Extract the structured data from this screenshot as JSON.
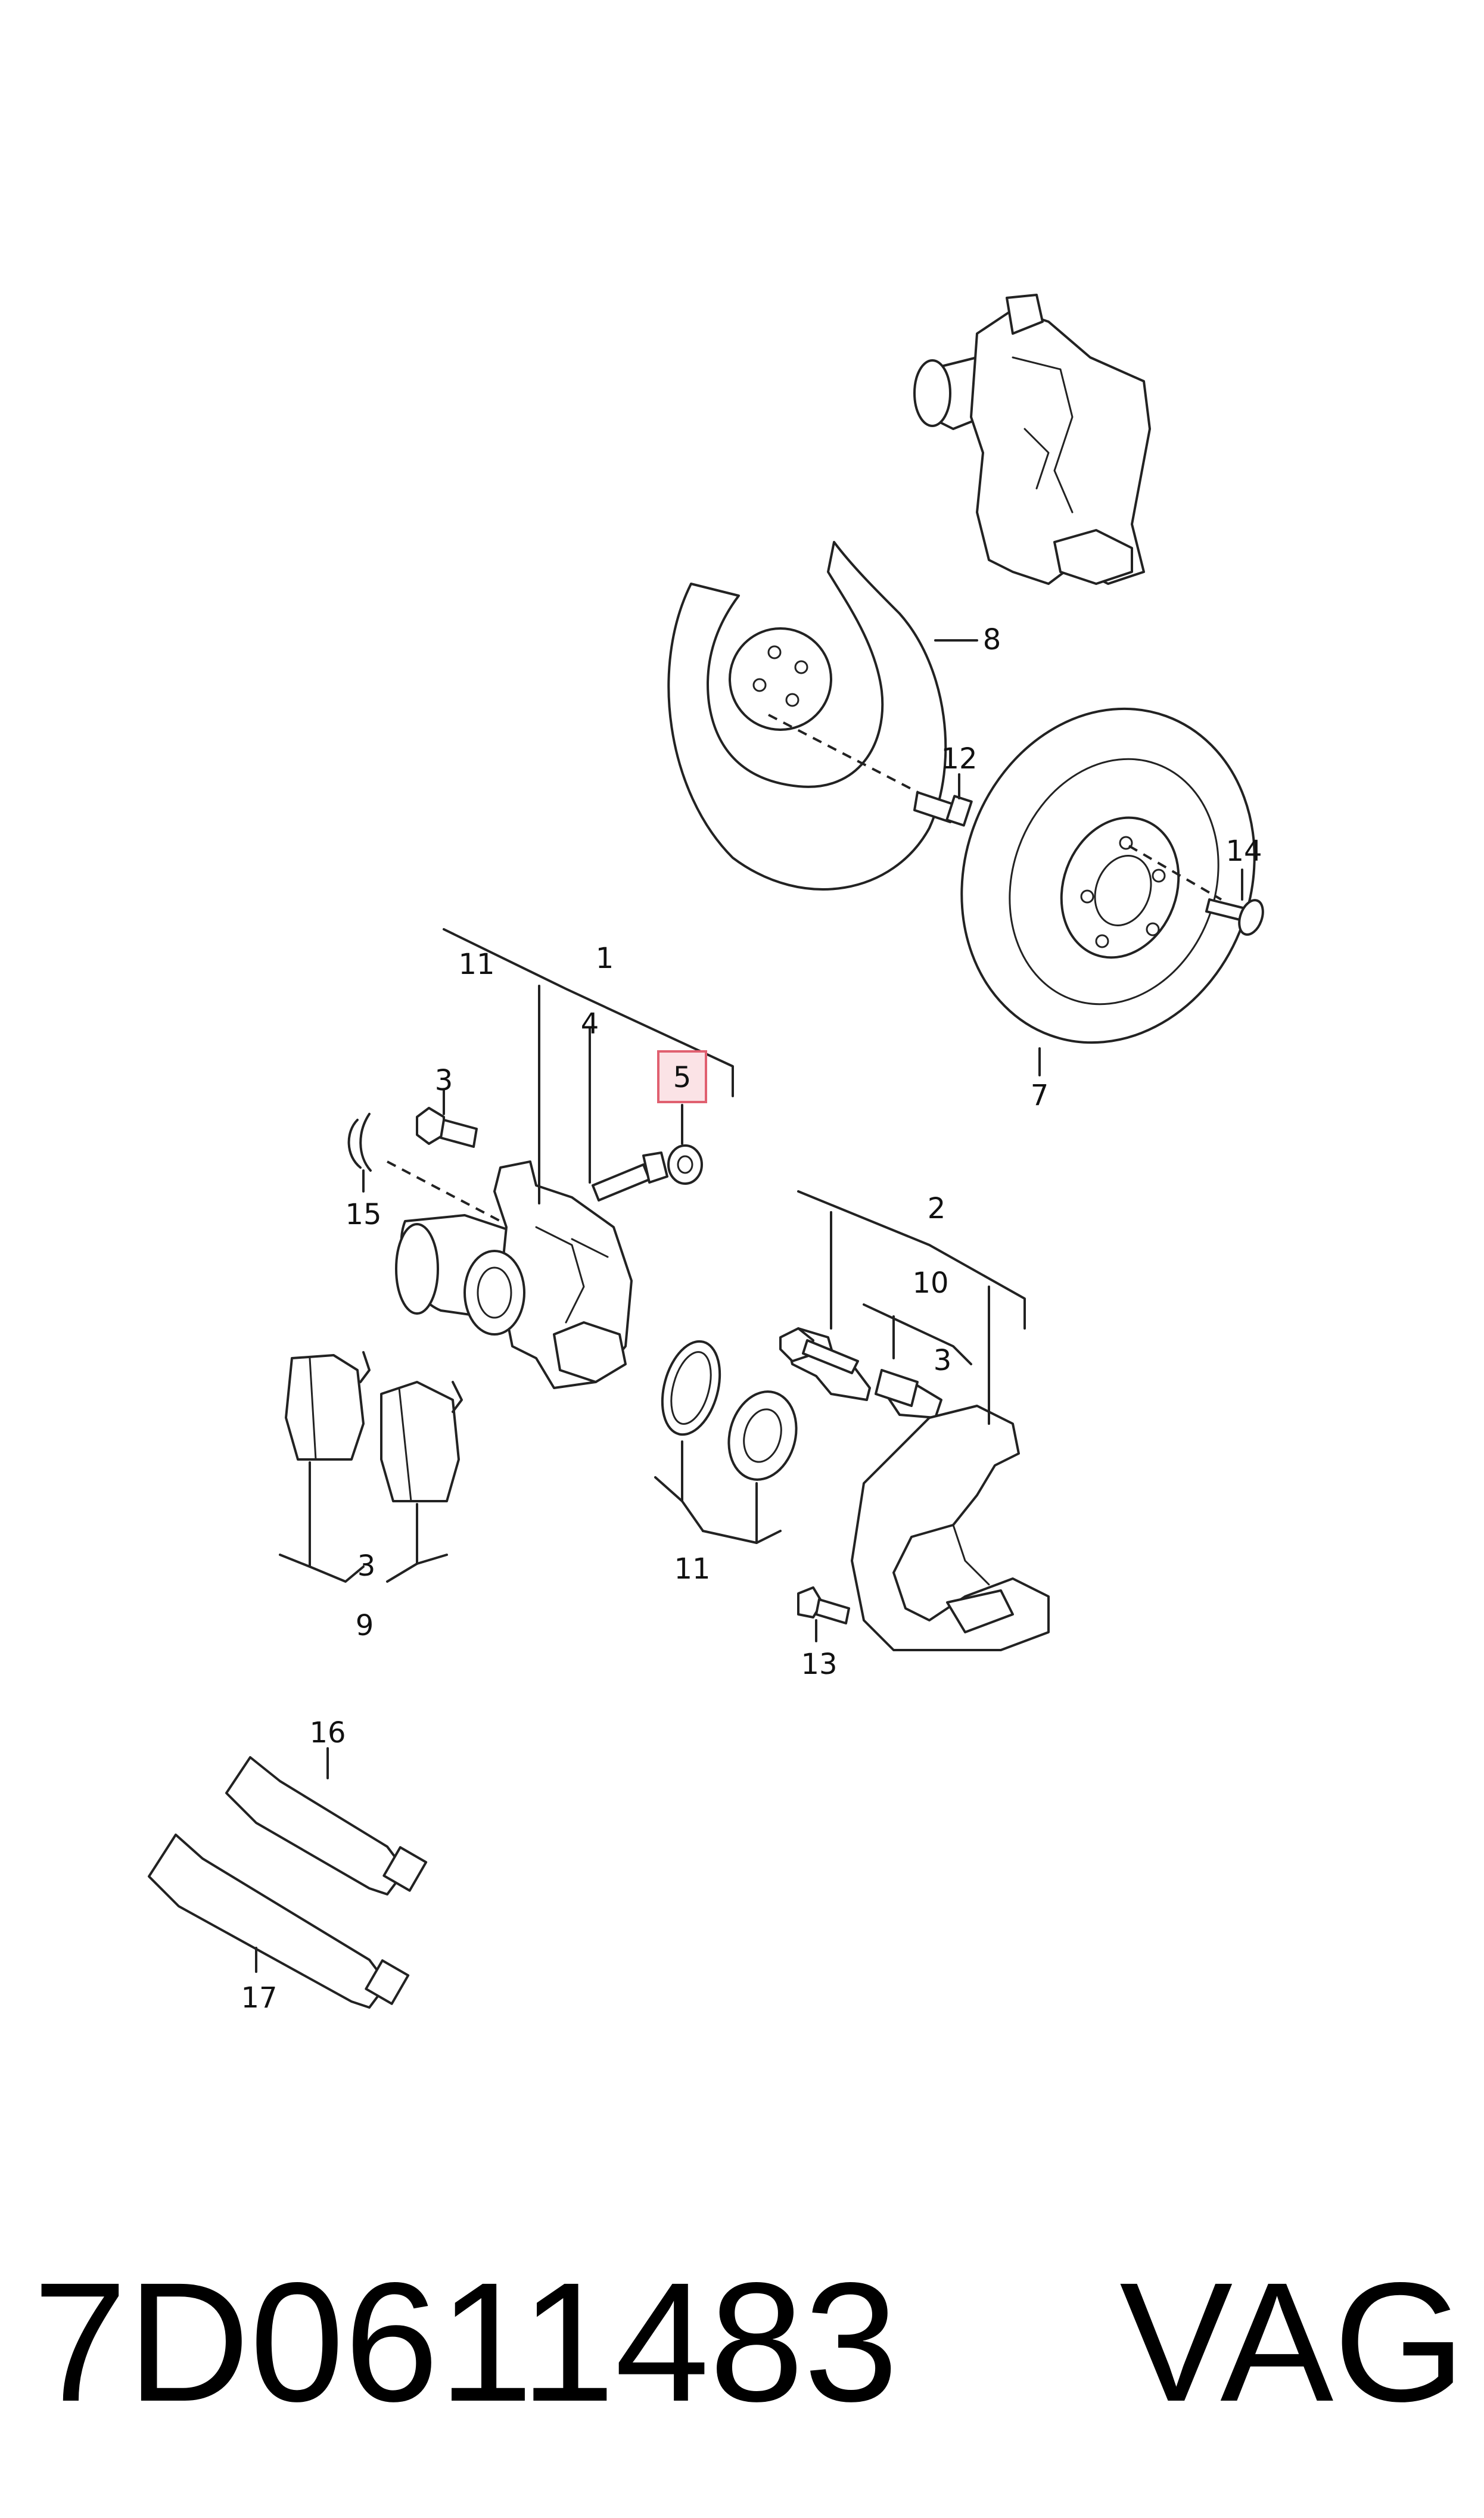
{
  "diagram": {
    "callouts": [
      {
        "id": "c1",
        "text": "1"
      },
      {
        "id": "c2",
        "text": "2"
      },
      {
        "id": "c3a",
        "text": "3"
      },
      {
        "id": "c3b",
        "text": "3"
      },
      {
        "id": "c3c",
        "text": "3"
      },
      {
        "id": "c4",
        "text": "4"
      },
      {
        "id": "c5",
        "text": "5",
        "highlighted": true
      },
      {
        "id": "c7",
        "text": "7"
      },
      {
        "id": "c8",
        "text": "8"
      },
      {
        "id": "c9",
        "text": "9"
      },
      {
        "id": "c10",
        "text": "10"
      },
      {
        "id": "c11a",
        "text": "11"
      },
      {
        "id": "c11b",
        "text": "11"
      },
      {
        "id": "c12",
        "text": "12"
      },
      {
        "id": "c13",
        "text": "13"
      },
      {
        "id": "c14",
        "text": "14"
      },
      {
        "id": "c15",
        "text": "15"
      },
      {
        "id": "c16",
        "text": "16"
      },
      {
        "id": "c17",
        "text": "17"
      }
    ],
    "highlight_color": "#e06070",
    "highlight_fill": "#fbe3e6"
  },
  "footer": {
    "part_number": "7D0611483",
    "brand": "VAG"
  }
}
